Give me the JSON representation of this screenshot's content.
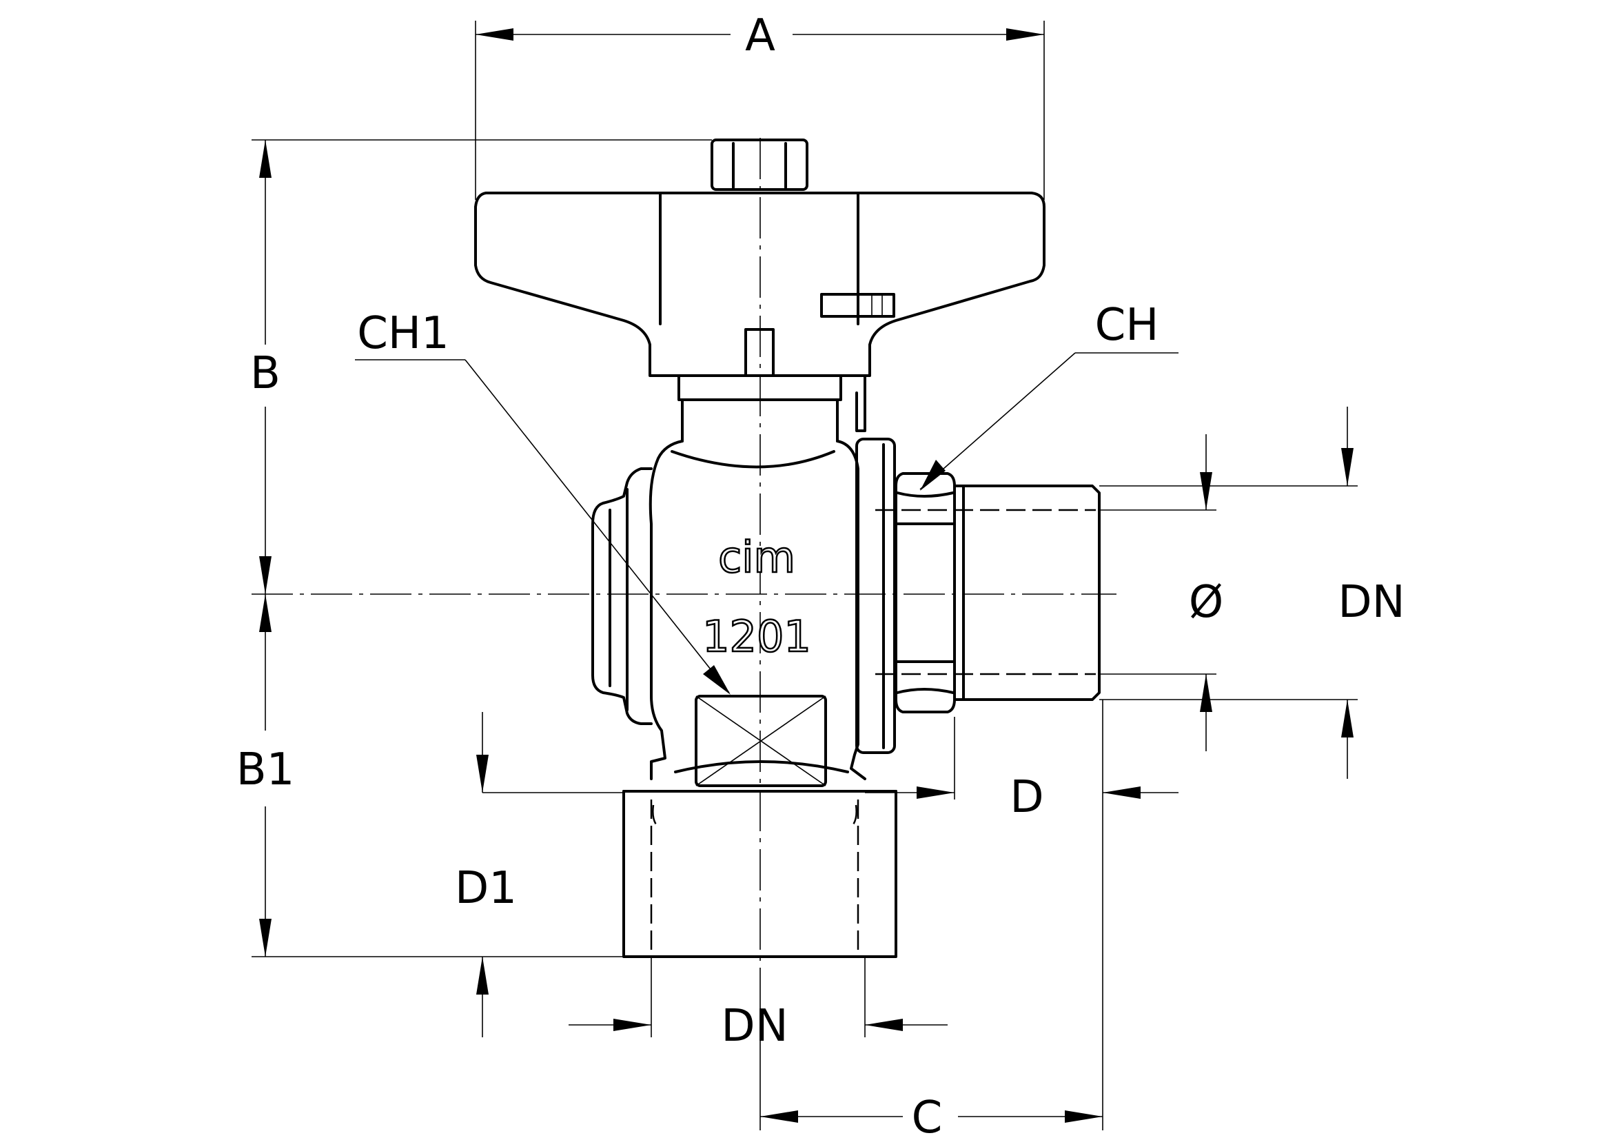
{
  "labels": {
    "A": "A",
    "B": "B",
    "B1": "B1",
    "C": "C",
    "D": "D",
    "D1": "D1",
    "CH": "CH",
    "CH1": "CH1",
    "diameter": "Ø",
    "DN_right": "DN",
    "DN_bottom": "DN"
  },
  "body_markings": {
    "brand": "cim",
    "model": "1201"
  }
}
